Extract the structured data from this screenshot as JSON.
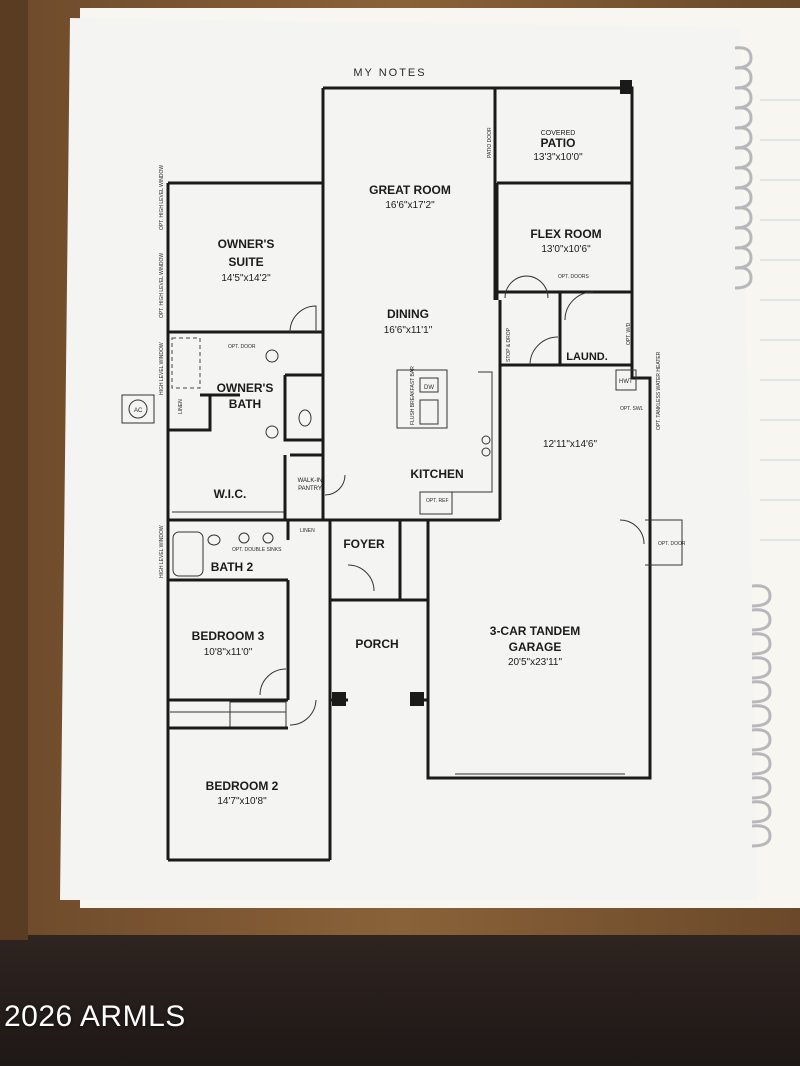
{
  "notes_header": "MY NOTES",
  "watermark": "2026 ARMLS",
  "rooms": {
    "patio": {
      "small": "COVERED",
      "name": "PATIO",
      "dims": "13'3\"x10'0\""
    },
    "great_room": {
      "name": "GREAT ROOM",
      "dims": "16'6\"x17'2\""
    },
    "flex_room": {
      "name": "FLEX ROOM",
      "dims": "13'0\"x10'6\""
    },
    "owners_suite": {
      "name_line1": "OWNER'S",
      "name_line2": "SUITE",
      "dims": "14'5\"x14'2\""
    },
    "dining": {
      "name": "DINING",
      "dims": "16'6\"x11'1\""
    },
    "owners_bath": {
      "name_line1": "OWNER'S",
      "name_line2": "BATH"
    },
    "laundry": {
      "name": "LAUND."
    },
    "kitchen": {
      "name": "KITCHEN"
    },
    "garage_bay": {
      "dims": "12'11\"x14'6\""
    },
    "wic": {
      "name": "W.I.C."
    },
    "walk_in_pantry": {
      "line1": "WALK-IN",
      "line2": "PANTRY"
    },
    "foyer": {
      "name": "FOYER"
    },
    "bath2": {
      "name": "BATH 2"
    },
    "bedroom3": {
      "name": "BEDROOM 3",
      "dims": "10'8\"x11'0\""
    },
    "porch": {
      "name": "PORCH"
    },
    "garage": {
      "name_line1": "3-CAR TANDEM",
      "name_line2": "GARAGE",
      "dims": "20'5\"x23'11\""
    },
    "bedroom2": {
      "name": "BEDROOM 2",
      "dims": "14'7\"x10'8\""
    }
  },
  "annotations": {
    "patio_door": "PATIO DOOR",
    "opt_doors": "OPT. DOORS",
    "opt_door_bath": "OPT. DOOR",
    "opt_door_garage": "OPT. DOOR",
    "high_window_1": "OPT. HIGH LEVEL WINDOW",
    "high_window_2": "OPT. HIGH LEVEL WINDOW",
    "high_window_3": "HIGH LEVEL WINDOW",
    "high_window_4": "HIGH LEVEL WINDOW",
    "ac": "AC",
    "linen": "LINEN",
    "linen_2": "LINEN",
    "dw": "DW",
    "breakfast_bar": "FLUSH BREAKFAST BAR",
    "opt_ref": "OPT. REF",
    "stop_drop": "STOP & DROP",
    "opt_washer_dryer": "OPT. W/D",
    "hwt": "HWT",
    "opt_swl": "OPT. SWL",
    "tankless": "OPT. TANKLESS WATER HEATER",
    "opt_double_sinks": "OPT. DOUBLE SINKS"
  },
  "colors": {
    "paper": "#f4f4f2",
    "wall": "#1a1a1a",
    "table_wood": "#7a5633",
    "notebook": "#f7f6f1",
    "floor": "#231c19"
  }
}
